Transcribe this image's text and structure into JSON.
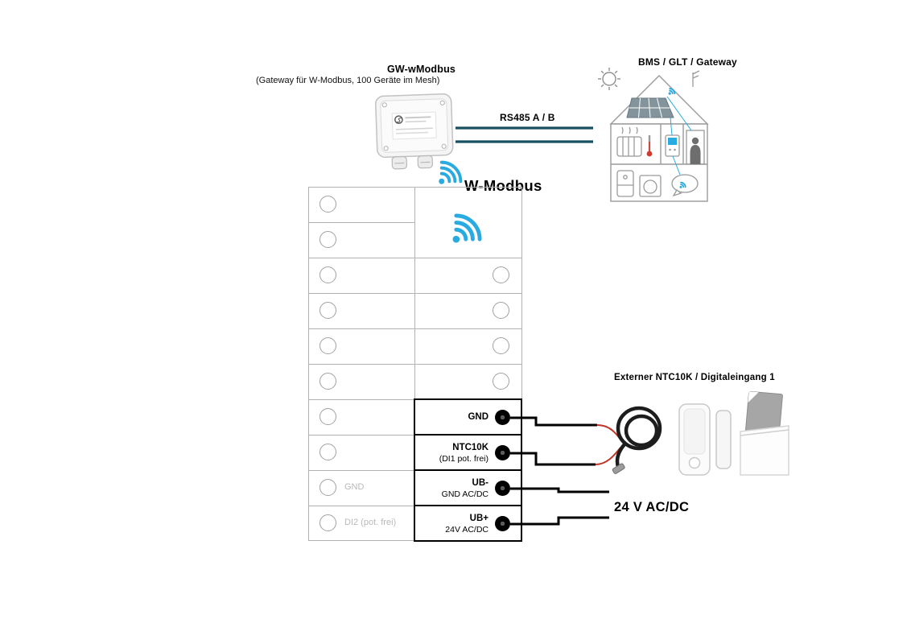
{
  "colors": {
    "accent": "#29ABE2",
    "bus": "#17505F"
  },
  "labels": {
    "gateway_title": "GW-wModbus",
    "gateway_subtitle": "(Gateway für W-Modbus, 100 Geräte im Mesh)",
    "rs485": "RS485 A / B",
    "bms": "BMS / GLT / Gateway",
    "wmodbus": "W-Modbus",
    "external_title": "Externer NTC10K / Digitaleingang 1",
    "power": "24 V AC/DC"
  },
  "terminal": {
    "left_labels": {
      "gnd": "GND",
      "di2": "DI2 (pot. frei)"
    },
    "connectors": [
      {
        "label": "GND",
        "sub": ""
      },
      {
        "label": "NTC10K",
        "sub": "(DI1 pot. frei)"
      },
      {
        "label": "UB-",
        "sub": "GND AC/DC"
      },
      {
        "label": "UB+",
        "sub": "24V AC/DC"
      }
    ]
  }
}
